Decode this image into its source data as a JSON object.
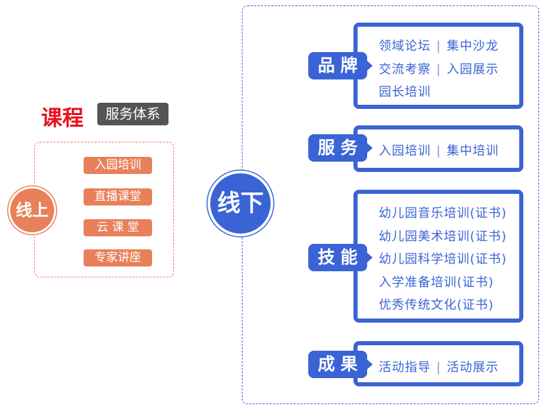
{
  "header": {
    "title_red": "课程",
    "title_box": "服务体系"
  },
  "online": {
    "label": "线上",
    "items": [
      "入园培训",
      "直播课堂",
      "云 课 堂",
      "专家讲座"
    ]
  },
  "offline": {
    "label": "线下",
    "groups": [
      {
        "tab": "品牌",
        "lines": [
          [
            "领域论坛",
            "集中沙龙"
          ],
          [
            "交流考察",
            "入园展示"
          ],
          [
            "园长培训"
          ]
        ]
      },
      {
        "tab": "服务",
        "lines": [
          [
            "入园培训",
            "集中培训"
          ]
        ]
      },
      {
        "tab": "技能",
        "lines": [
          [
            "幼儿园音乐培训(证书)"
          ],
          [
            "幼儿园美术培训(证书)"
          ],
          [
            "幼儿园科学培训(证书)"
          ],
          [
            "入学准备培训(证书)"
          ],
          [
            "优秀传统文化(证书)"
          ]
        ]
      },
      {
        "tab": "成果",
        "lines": [
          [
            "活动指导",
            "活动展示"
          ]
        ]
      }
    ],
    "separator": "|"
  },
  "colors": {
    "orange": "#e8805a",
    "blue": "#3a63d6",
    "red": "#e8101a"
  }
}
